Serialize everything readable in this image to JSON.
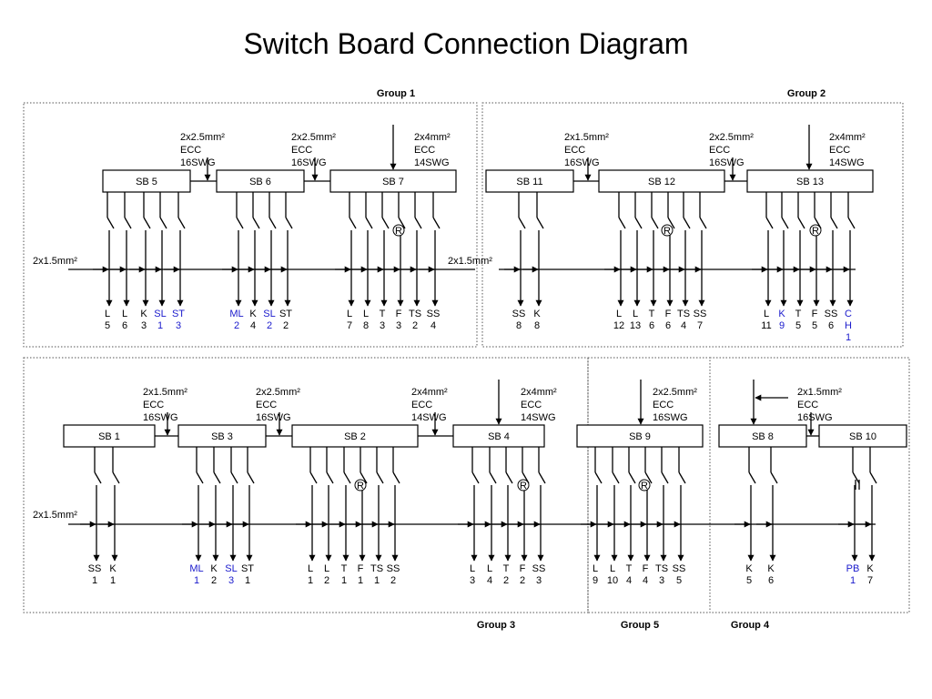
{
  "title": "Switch Board Connection Diagram",
  "groups": [
    {
      "label": "Group 1"
    },
    {
      "label": "Group 2"
    },
    {
      "label": "Group 3"
    },
    {
      "label": "Group 5"
    },
    {
      "label": "Group 4"
    }
  ],
  "buses": [
    {
      "label": "2x1.5mm²"
    },
    {
      "label": "2x1.5mm²"
    },
    {
      "label": "2x1.5mm²"
    }
  ],
  "boards": [
    {
      "label": "SB 5"
    },
    {
      "label": "SB 6"
    },
    {
      "label": "SB 7"
    },
    {
      "label": "SB 11"
    },
    {
      "label": "SB 12"
    },
    {
      "label": "SB 13"
    },
    {
      "label": "SB 1"
    },
    {
      "label": "SB 3"
    },
    {
      "label": "SB 2"
    },
    {
      "label": "SB 4"
    },
    {
      "label": "SB 9"
    },
    {
      "label": "SB 8"
    },
    {
      "label": "SB 10"
    }
  ],
  "cables": [
    {
      "lines": [
        "2x2.5mm²",
        "ECC",
        "16SWG"
      ]
    },
    {
      "lines": [
        "2x2.5mm²",
        "ECC",
        "16SWG"
      ]
    },
    {
      "lines": [
        "2x4mm²",
        "ECC",
        "14SWG"
      ]
    },
    {
      "lines": [
        "2x1.5mm²",
        "ECC",
        "16SWG"
      ]
    },
    {
      "lines": [
        "2x2.5mm²",
        "ECC",
        "16SWG"
      ]
    },
    {
      "lines": [
        "2x4mm²",
        "ECC",
        "14SWG"
      ]
    },
    {
      "lines": [
        "2x1.5mm²",
        "ECC",
        "16SWG"
      ]
    },
    {
      "lines": [
        "2x2.5mm²",
        "ECC",
        "16SWG"
      ]
    },
    {
      "lines": [
        "2x4mm²",
        "ECC",
        "14SWG"
      ]
    },
    {
      "lines": [
        "2x4mm²",
        "ECC",
        "14SWG"
      ]
    },
    {
      "lines": [
        "2x2.5mm²",
        "ECC",
        "16SWG"
      ]
    },
    {
      "lines": [
        "2x1.5mm²",
        "ECC",
        "16SWG"
      ]
    }
  ],
  "regulator_symbol": "R",
  "outputs": [
    {
      "lines": [
        "L",
        "5"
      ]
    },
    {
      "lines": [
        "L",
        "6"
      ]
    },
    {
      "lines": [
        "K",
        "3"
      ]
    },
    {
      "lines": [
        "SL",
        "1"
      ],
      "color": "#1a1acc"
    },
    {
      "lines": [
        "ST",
        "3"
      ],
      "color": "#1a1acc"
    },
    {
      "lines": [
        "ML",
        "2"
      ],
      "color": "#1a1acc"
    },
    {
      "lines": [
        "K",
        "4"
      ]
    },
    {
      "lines": [
        "SL",
        "2"
      ],
      "color": "#1a1acc"
    },
    {
      "lines": [
        "ST",
        "2"
      ]
    },
    {
      "lines": [
        "L",
        "7"
      ]
    },
    {
      "lines": [
        "L",
        "8"
      ]
    },
    {
      "lines": [
        "T",
        "3"
      ]
    },
    {
      "lines": [
        "F",
        "3"
      ]
    },
    {
      "lines": [
        "TS",
        "2"
      ]
    },
    {
      "lines": [
        "SS",
        "4"
      ]
    },
    {
      "lines": [
        "SS",
        "8"
      ]
    },
    {
      "lines": [
        "K",
        "8"
      ]
    },
    {
      "lines": [
        "L",
        "12"
      ]
    },
    {
      "lines": [
        "L",
        "13"
      ]
    },
    {
      "lines": [
        "T",
        "6"
      ]
    },
    {
      "lines": [
        "F",
        "6"
      ]
    },
    {
      "lines": [
        "TS",
        "4"
      ]
    },
    {
      "lines": [
        "SS",
        "7"
      ]
    },
    {
      "lines": [
        "L",
        "11"
      ]
    },
    {
      "lines": [
        "K",
        "9"
      ],
      "color": "#1a1acc"
    },
    {
      "lines": [
        "T",
        "5"
      ]
    },
    {
      "lines": [
        "F",
        "5"
      ]
    },
    {
      "lines": [
        "SS",
        "6"
      ]
    },
    {
      "lines": [
        "C",
        "H",
        "1"
      ],
      "color": "#1a1acc"
    },
    {
      "lines": [
        "SS",
        "1"
      ]
    },
    {
      "lines": [
        "K",
        "1"
      ]
    },
    {
      "lines": [
        "ML",
        "1"
      ],
      "color": "#1a1acc"
    },
    {
      "lines": [
        "K",
        "2"
      ]
    },
    {
      "lines": [
        "SL",
        "3"
      ],
      "color": "#1a1acc"
    },
    {
      "lines": [
        "ST",
        "1"
      ]
    },
    {
      "lines": [
        "L",
        "1"
      ]
    },
    {
      "lines": [
        "L",
        "2"
      ]
    },
    {
      "lines": [
        "T",
        "1"
      ]
    },
    {
      "lines": [
        "F",
        "1"
      ]
    },
    {
      "lines": [
        "TS",
        "1"
      ]
    },
    {
      "lines": [
        "SS",
        "2"
      ]
    },
    {
      "lines": [
        "L",
        "3"
      ]
    },
    {
      "lines": [
        "L",
        "4"
      ]
    },
    {
      "lines": [
        "T",
        "2"
      ]
    },
    {
      "lines": [
        "F",
        "2"
      ]
    },
    {
      "lines": [
        "SS",
        "3"
      ]
    },
    {
      "lines": [
        "L",
        "9"
      ]
    },
    {
      "lines": [
        "L",
        "10"
      ]
    },
    {
      "lines": [
        "T",
        "4"
      ]
    },
    {
      "lines": [
        "F",
        "4"
      ]
    },
    {
      "lines": [
        "TS",
        "3"
      ]
    },
    {
      "lines": [
        "SS",
        "5"
      ]
    },
    {
      "lines": [
        "K",
        "5"
      ]
    },
    {
      "lines": [
        "K",
        "6"
      ]
    },
    {
      "lines": [
        "PB",
        "1"
      ],
      "color": "#1a1acc"
    },
    {
      "lines": [
        "K",
        "7"
      ]
    }
  ]
}
